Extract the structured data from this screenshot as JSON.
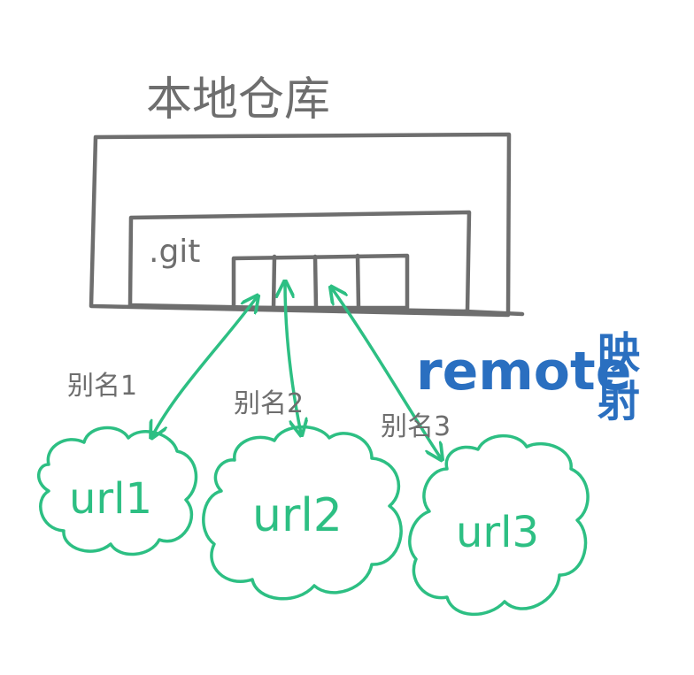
{
  "title": "本地仓库",
  "git_label": ".git",
  "aliases": [
    "别名1",
    "别名2",
    "别名3"
  ],
  "urls": [
    "url1",
    "url2",
    "url3"
  ],
  "remote_label": "remote",
  "mapping_label_line1": "映",
  "mapping_label_line2": "射",
  "colors": {
    "pen_gray": "#6e6e6e",
    "green": "#2dbf83",
    "blue": "#2a6fc0"
  }
}
